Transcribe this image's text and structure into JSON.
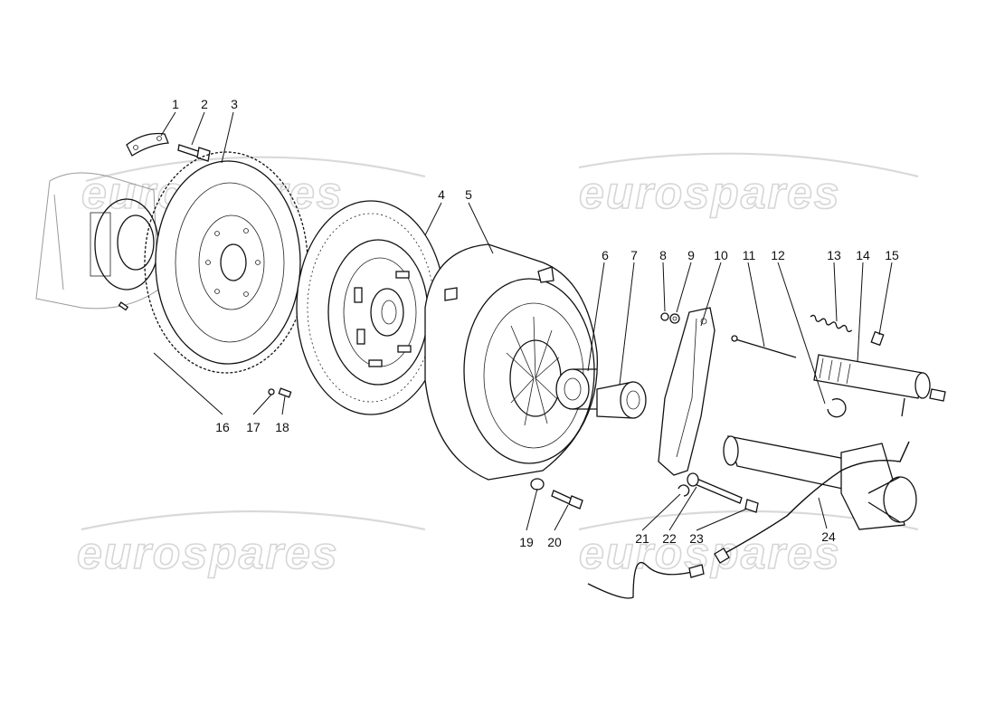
{
  "watermark": {
    "text": "eurospares",
    "color": "#d6d6d6"
  },
  "callouts": [
    {
      "id": 1,
      "label": "1"
    },
    {
      "id": 2,
      "label": "2"
    },
    {
      "id": 3,
      "label": "3"
    },
    {
      "id": 4,
      "label": "4"
    },
    {
      "id": 5,
      "label": "5"
    },
    {
      "id": 6,
      "label": "6"
    },
    {
      "id": 7,
      "label": "7"
    },
    {
      "id": 8,
      "label": "8"
    },
    {
      "id": 9,
      "label": "9"
    },
    {
      "id": 10,
      "label": "10"
    },
    {
      "id": 11,
      "label": "11"
    },
    {
      "id": 12,
      "label": "12"
    },
    {
      "id": 13,
      "label": "13"
    },
    {
      "id": 14,
      "label": "14"
    },
    {
      "id": 15,
      "label": "15"
    },
    {
      "id": 16,
      "label": "16"
    },
    {
      "id": 17,
      "label": "17"
    },
    {
      "id": 18,
      "label": "18"
    },
    {
      "id": 19,
      "label": "19"
    },
    {
      "id": 20,
      "label": "20"
    },
    {
      "id": 21,
      "label": "21"
    },
    {
      "id": 22,
      "label": "22"
    },
    {
      "id": 23,
      "label": "23"
    },
    {
      "id": 24,
      "label": "24"
    }
  ]
}
